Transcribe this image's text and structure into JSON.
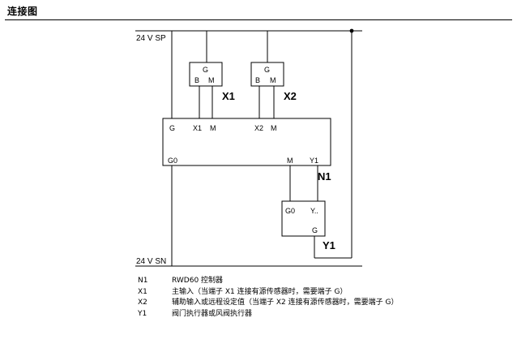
{
  "title": "连接图",
  "diagram": {
    "rail_top": "24 V SP",
    "rail_bottom": "24 V SN",
    "sensor_x1": {
      "g": "G",
      "b": "B",
      "m": "M",
      "name": "X1"
    },
    "sensor_x2": {
      "g": "G",
      "b": "B",
      "m": "M",
      "name": "X2"
    },
    "controller": {
      "g": "G",
      "x1": "X1",
      "m1": "M",
      "x2": "X2",
      "m2": "M",
      "g0": "G0",
      "m3": "M",
      "y1": "Y1",
      "name": "N1"
    },
    "actuator": {
      "g0": "G0",
      "y": "Y..",
      "g": "G",
      "name": "Y1"
    }
  },
  "legend": [
    {
      "code": "N1",
      "text": "RWD60 控制器"
    },
    {
      "code": "X1",
      "text": "主输入（当端子 X1 连接有源传感器时，需要端子 G）"
    },
    {
      "code": "X2",
      "text": "辅助输入或远程设定值（当端子 X2 连接有源传感器时，需要端子 G）"
    },
    {
      "code": "Y1",
      "text": "阀门执行器或风阀执行器"
    }
  ]
}
